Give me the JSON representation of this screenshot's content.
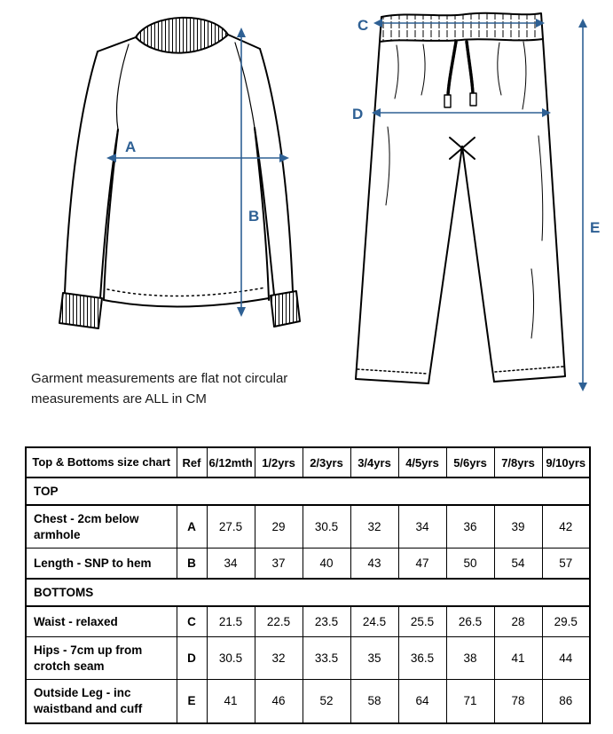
{
  "diagram": {
    "arrow_color": "#2e6094",
    "top": {
      "label_a": "A",
      "label_b": "B"
    },
    "bottoms": {
      "label_c": "C",
      "label_d": "D",
      "label_e": "E"
    }
  },
  "note": {
    "line1": "Garment measurements are flat not circular",
    "line2": "measurements are ALL in CM"
  },
  "table": {
    "title": "Top & Bottoms size chart",
    "columns": [
      "Ref",
      "6/12mth",
      "1/2yrs",
      "2/3yrs",
      "3/4yrs",
      "4/5yrs",
      "5/6yrs",
      "7/8yrs",
      "9/10yrs"
    ],
    "sections": [
      {
        "name": "TOP",
        "rows": [
          {
            "label": "Chest - 2cm below armhole",
            "ref": "A",
            "values": [
              "27.5",
              "29",
              "30.5",
              "32",
              "34",
              "36",
              "39",
              "42"
            ]
          },
          {
            "label": "Length - SNP to hem",
            "ref": "B",
            "values": [
              "34",
              "37",
              "40",
              "43",
              "47",
              "50",
              "54",
              "57"
            ]
          }
        ]
      },
      {
        "name": "BOTTOMS",
        "rows": [
          {
            "label": "Waist - relaxed",
            "ref": "C",
            "values": [
              "21.5",
              "22.5",
              "23.5",
              "24.5",
              "25.5",
              "26.5",
              "28",
              "29.5"
            ]
          },
          {
            "label": "Hips - 7cm up from crotch seam",
            "ref": "D",
            "values": [
              "30.5",
              "32",
              "33.5",
              "35",
              "36.5",
              "38",
              "41",
              "44"
            ]
          },
          {
            "label": "Outside Leg - inc waistband and cuff",
            "ref": "E",
            "values": [
              "41",
              "46",
              "52",
              "58",
              "64",
              "71",
              "78",
              "86"
            ]
          }
        ]
      }
    ]
  }
}
